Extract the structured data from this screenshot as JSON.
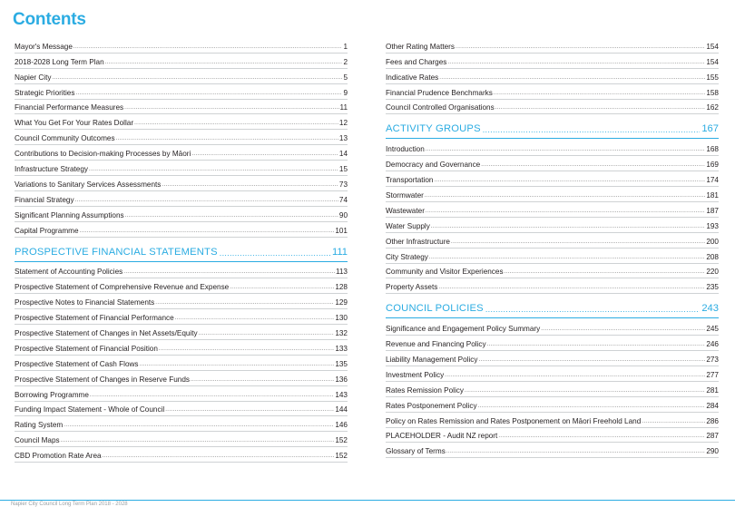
{
  "title": "Contents",
  "left_column": [
    {
      "type": "entry",
      "label": "Mayor's Message",
      "page": "1"
    },
    {
      "type": "entry",
      "label": "2018-2028 Long Term Plan",
      "page": "2"
    },
    {
      "type": "entry",
      "label": "Napier City",
      "page": "5"
    },
    {
      "type": "entry",
      "label": "Strategic Priorities",
      "page": "9"
    },
    {
      "type": "entry",
      "label": "Financial Performance Measures",
      "page": "11"
    },
    {
      "type": "entry",
      "label": "What You Get For Your Rates Dollar",
      "page": "12"
    },
    {
      "type": "entry",
      "label": "Council Community Outcomes",
      "page": "13"
    },
    {
      "type": "entry",
      "label": "Contributions to Decision-making Processes by Māori",
      "page": "14"
    },
    {
      "type": "entry",
      "label": "Infrastructure Strategy",
      "page": "15"
    },
    {
      "type": "entry",
      "label": "Variations to Sanitary Services Assessments",
      "page": "73"
    },
    {
      "type": "entry",
      "label": "Financial Strategy",
      "page": "74"
    },
    {
      "type": "entry",
      "label": "Significant Planning Assumptions",
      "page": "90"
    },
    {
      "type": "entry",
      "label": "Capital Programme",
      "page": "101"
    },
    {
      "type": "section",
      "label": "PROSPECTIVE FINANCIAL STATEMENTS",
      "page": "111"
    },
    {
      "type": "entry",
      "label": "Statement of Accounting Policies",
      "page": "113"
    },
    {
      "type": "entry",
      "label": "Prospective Statement of Comprehensive Revenue and Expense",
      "page": "128"
    },
    {
      "type": "entry",
      "label": "Prospective Notes to Financial Statements",
      "page": "129"
    },
    {
      "type": "entry",
      "label": "Prospective Statement of Financial Performance",
      "page": "130"
    },
    {
      "type": "entry",
      "label": "Prospective Statement of  Changes in Net Assets/Equity",
      "page": "132"
    },
    {
      "type": "entry",
      "label": "Prospective Statement of Financial Position",
      "page": "133"
    },
    {
      "type": "entry",
      "label": "Prospective Statement of Cash Flows",
      "page": "135"
    },
    {
      "type": "entry",
      "label": "Prospective Statement of Changes in Reserve Funds",
      "page": "136"
    },
    {
      "type": "entry",
      "label": "Borrowing Programme",
      "page": "143"
    },
    {
      "type": "entry",
      "label": "Funding Impact Statement - Whole of Council",
      "page": "144"
    },
    {
      "type": "entry",
      "label": "Rating System",
      "page": "146"
    },
    {
      "type": "entry",
      "label": "Council Maps",
      "page": "152"
    },
    {
      "type": "entry",
      "label": "CBD Promotion Rate Area",
      "page": "152"
    }
  ],
  "right_column": [
    {
      "type": "entry",
      "label": "Other Rating Matters",
      "page": "154"
    },
    {
      "type": "entry",
      "label": "Fees and Charges",
      "page": "154"
    },
    {
      "type": "entry",
      "label": "Indicative Rates",
      "page": "155"
    },
    {
      "type": "entry",
      "label": "Financial Prudence Benchmarks",
      "page": "158"
    },
    {
      "type": "entry",
      "label": "Council Controlled Organisations",
      "page": "162"
    },
    {
      "type": "section",
      "label": "ACTIVITY GROUPS",
      "page": "167"
    },
    {
      "type": "entry",
      "label": "Introduction",
      "page": "168"
    },
    {
      "type": "entry",
      "label": "Democracy and Governance",
      "page": "169"
    },
    {
      "type": "entry",
      "label": "Transportation",
      "page": "174"
    },
    {
      "type": "entry",
      "label": "Stormwater",
      "page": "181"
    },
    {
      "type": "entry",
      "label": "Wastewater",
      "page": "187"
    },
    {
      "type": "entry",
      "label": "Water Supply",
      "page": "193"
    },
    {
      "type": "entry",
      "label": "Other Infrastructure",
      "page": "200"
    },
    {
      "type": "entry",
      "label": "City Strategy",
      "page": "208"
    },
    {
      "type": "entry",
      "label": "Community and Visitor Experiences",
      "page": "220"
    },
    {
      "type": "entry",
      "label": "Property Assets",
      "page": "235"
    },
    {
      "type": "section",
      "label": "COUNCIL POLICIES",
      "page": "243"
    },
    {
      "type": "entry",
      "label": "Significance and Engagement Policy Summary",
      "page": "245"
    },
    {
      "type": "entry",
      "label": "Revenue and Financing Policy",
      "page": "246"
    },
    {
      "type": "entry",
      "label": "Liability Management Policy",
      "page": "273"
    },
    {
      "type": "entry",
      "label": "Investment Policy",
      "page": "277"
    },
    {
      "type": "entry",
      "label": "Rates Remission Policy",
      "page": "281"
    },
    {
      "type": "entry",
      "label": "Rates Postponement Policy",
      "page": "284"
    },
    {
      "type": "entry",
      "label": "Policy on Rates Remission and Rates Postponement on Māori Freehold Land",
      "page": "286"
    },
    {
      "type": "entry",
      "label": "PLACEHOLDER - Audit NZ report",
      "page": "287"
    },
    {
      "type": "entry",
      "label": "Glossary of Terms",
      "page": "290"
    }
  ],
  "footer": {
    "text": "Napier City Council Long Term Plan 2018 - 2028"
  },
  "colors": {
    "accent": "#2bace2",
    "text": "#231f20",
    "rule": "#cfd2d4"
  }
}
